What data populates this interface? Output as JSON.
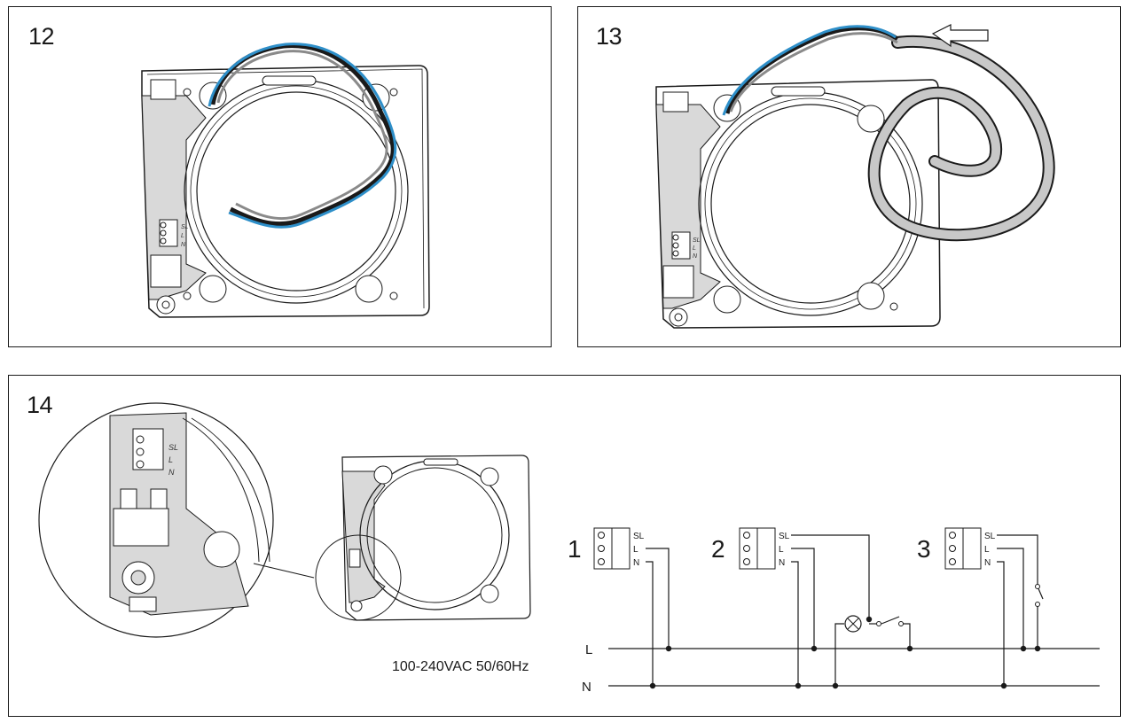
{
  "panels": {
    "step12": {
      "number": "12"
    },
    "step13": {
      "number": "13"
    },
    "step14": {
      "number": "14"
    }
  },
  "terminal_labels": {
    "sl": "SL",
    "l": "L",
    "n": "N"
  },
  "wiring": {
    "circuits": [
      {
        "number": "1"
      },
      {
        "number": "2"
      },
      {
        "number": "3"
      }
    ],
    "bus_labels": {
      "live": "L",
      "neutral": "N"
    },
    "supply": "100-240VAC 50/60Hz"
  },
  "colors": {
    "line": "#1a1a1a",
    "wire_blue": "#2e8fc9",
    "wire_grey": "#8a8a8a",
    "housing_fill": "#d9d9d9",
    "cable_sheath": "#c8c8c8"
  }
}
